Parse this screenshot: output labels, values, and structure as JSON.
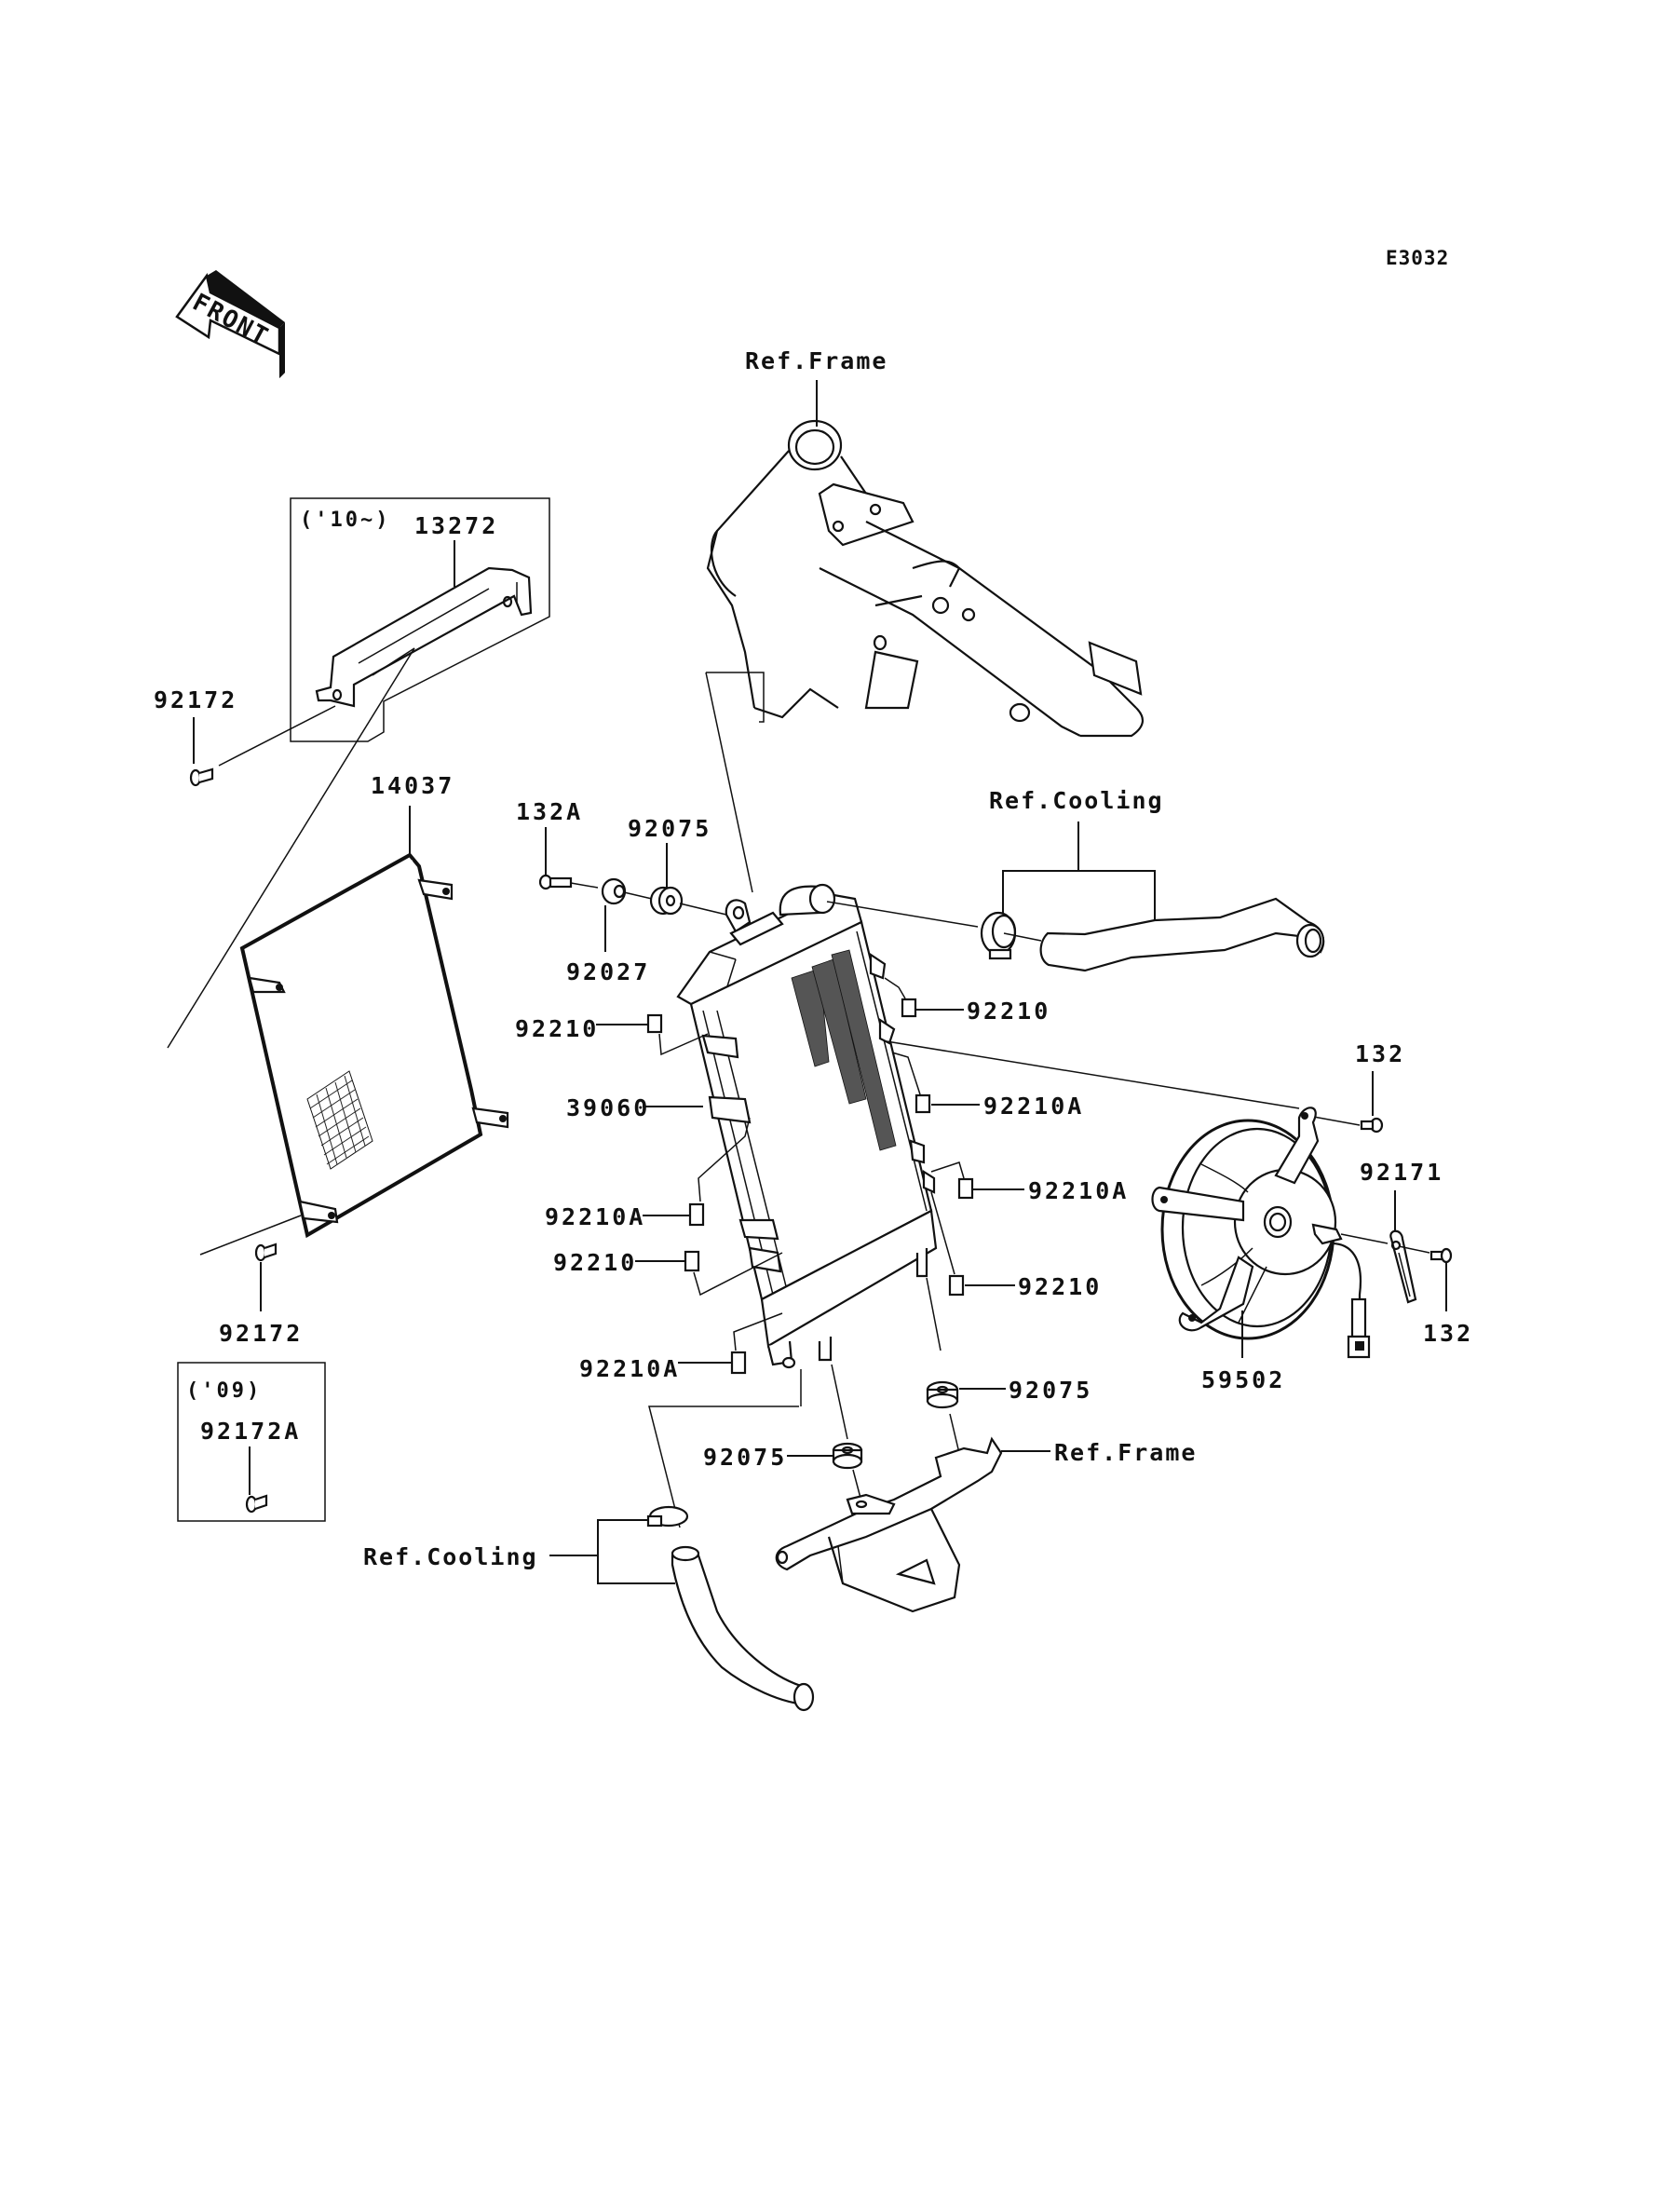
{
  "diagram": {
    "code": "E3032",
    "front_arrow": "FRONT",
    "references": {
      "frame_top": "Ref.Frame",
      "frame_bottom": "Ref.Frame",
      "cooling_top": "Ref.Cooling",
      "cooling_bottom": "Ref.Cooling"
    },
    "callouts": {
      "p13272": "13272",
      "p92172_top": "92172",
      "p14037": "14037",
      "p92172_bottom": "92172",
      "p92172A": "92172A",
      "p132A": "132A",
      "p92075_top": "92075",
      "p92027": "92027",
      "p92210_left_top": "92210",
      "p39060": "39060",
      "p92210A_left_mid": "92210A",
      "p92210_left_low": "92210",
      "p92210A_left_bottom": "92210A",
      "p92210_right_top": "92210",
      "p92210A_right_mid": "92210A",
      "p92210A_right_low": "92210A",
      "p92210_right_bottom": "92210",
      "p92075_right": "92075",
      "p92075_low": "92075",
      "p132_top": "132",
      "p92171": "92171",
      "p132_bottom": "132",
      "p59502": "59502"
    },
    "year_boxes": {
      "box_2010": "('10~)",
      "box_2009": "('09)"
    }
  }
}
